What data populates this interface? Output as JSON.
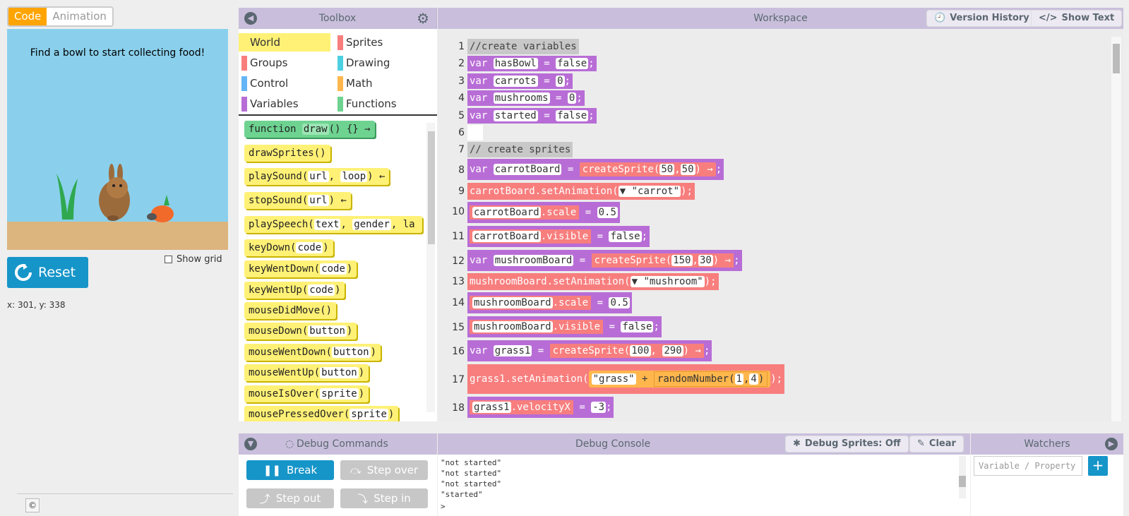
{
  "modes": {
    "code": "Code",
    "animation": "Animation"
  },
  "stage": {
    "message": "Find a bowl to start collecting food!"
  },
  "reset_label": "Reset",
  "show_grid_label": "Show grid",
  "coords": "x: 301,  y: 338",
  "copyright": "©",
  "toolbox": {
    "title": "Toolbox",
    "categories": [
      {
        "label": "World",
        "color": "#fff176"
      },
      {
        "label": "Sprites",
        "color": "#f87e7e"
      },
      {
        "label": "Groups",
        "color": "#f87e7e"
      },
      {
        "label": "Drawing",
        "color": "#4dd0e1"
      },
      {
        "label": "Control",
        "color": "#64b5f6"
      },
      {
        "label": "Math",
        "color": "#ffb74d"
      },
      {
        "label": "Variables",
        "color": "#b86dd6"
      },
      {
        "label": "Functions",
        "color": "#6ed391"
      }
    ],
    "blocks": [
      {
        "name": "function",
        "arg": "draw",
        "rest": "() {} →"
      },
      {
        "name": "drawSprites()"
      },
      {
        "name": "playSound(",
        "arg": "url",
        "mid": ", ",
        "arg2": "loop",
        "rest": ") ←"
      },
      {
        "name": "stopSound(",
        "arg": "url",
        "rest": ") ←"
      },
      {
        "name": "playSpeech(",
        "arg": "text",
        "mid": ", ",
        "arg2": "gender",
        "rest": ", la"
      },
      {
        "name": "keyDown(",
        "arg": "code",
        "rest": ")"
      },
      {
        "name": "keyWentDown(",
        "arg": "code",
        "rest": ")"
      },
      {
        "name": "keyWentUp(",
        "arg": "code",
        "rest": ")"
      },
      {
        "name": "mouseDidMove()"
      },
      {
        "name": "mouseDown(",
        "arg": "button",
        "rest": ")"
      },
      {
        "name": "mouseWentDown(",
        "arg": "button",
        "rest": ")"
      },
      {
        "name": "mouseWentUp(",
        "arg": "button",
        "rest": ")"
      },
      {
        "name": "mouseIsOver(",
        "arg": "sprite",
        "rest": ")"
      },
      {
        "name": "mousePressedOver(",
        "arg": "sprite",
        "rest": ")"
      }
    ]
  },
  "workspace": {
    "title": "Workspace",
    "version_history": "Version History",
    "show_text": "Show Text",
    "line_numbers": [
      "1",
      "2",
      "3",
      "4",
      "5",
      "6",
      "7",
      "8",
      "9",
      "10",
      "11",
      "12",
      "13",
      "14",
      "15",
      "16",
      "17",
      "18"
    ],
    "code": {
      "l1": "//create variables",
      "l2": {
        "kw": "var",
        "name": "hasBowl",
        "eq": "=",
        "val": "false"
      },
      "l3": {
        "kw": "var",
        "name": "carrots",
        "eq": "=",
        "val": "0"
      },
      "l4": {
        "kw": "var",
        "name": "mushrooms",
        "eq": "=",
        "val": "0"
      },
      "l5": {
        "kw": "var",
        "name": "started",
        "eq": "=",
        "val": "false"
      },
      "l7": "// create sprites",
      "l8": {
        "kw": "var",
        "name": "carrotBoard",
        "eq": "=",
        "fn": "createSprite(",
        "a": "50",
        "b": "50"
      },
      "l9": {
        "obj": "carrotBoard",
        ".m": ".setAnimation(",
        "val": "\"carrot\""
      },
      "l10": {
        "obj": "carrotBoard",
        "prop": ".scale",
        "eq": "=",
        "val": "0.5"
      },
      "l11": {
        "obj": "carrotBoard",
        "prop": ".visible",
        "eq": "=",
        "val": "false"
      },
      "l12": {
        "kw": "var",
        "name": "mushroomBoard",
        "eq": "=",
        "fn": "createSprite(",
        "a": "150",
        "b": "30"
      },
      "l13": {
        "obj": "mushroomBoard",
        ".m": ".setAnimation(",
        "val": "\"mushroom\""
      },
      "l14": {
        "obj": "mushroomBoard",
        "prop": ".scale",
        "eq": "=",
        "val": "0.5"
      },
      "l15": {
        "obj": "mushroomBoard",
        "prop": ".visible",
        "eq": "=",
        "val": "false"
      },
      "l16": {
        "kw": "var",
        "name": "grass1",
        "eq": "=",
        "fn": "createSprite(",
        "a": "100",
        "b": "290"
      },
      "l17": {
        "obj": "grass1",
        ".m": ".setAnimation(",
        "s": "\"grass\"",
        "plus": "+",
        "fn": "randomNumber(",
        "a": "1",
        "b": "4"
      },
      "l18": {
        "obj": "grass1",
        "prop": ".velocityX",
        "eq": "=",
        "val": "-3"
      }
    }
  },
  "debug": {
    "commands_title": "Debug Commands",
    "console_title": "Debug Console",
    "watchers_title": "Watchers",
    "debug_sprites": "Debug Sprites: Off",
    "clear": "Clear",
    "break": "Break",
    "step_over": "Step over",
    "step_out": "Step out",
    "step_in": "Step in",
    "console_lines": [
      "\"not started\"",
      "\"not started\"",
      "\"not started\"",
      "\"started\""
    ],
    "prompt": ">",
    "watch_placeholder": "Variable / Property",
    "watch_add": "+"
  }
}
